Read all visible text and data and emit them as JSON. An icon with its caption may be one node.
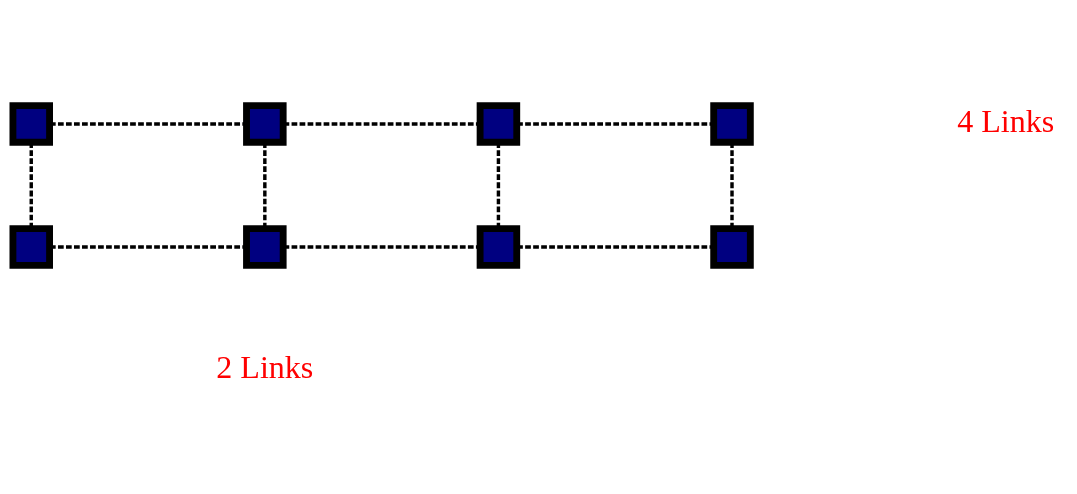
{
  "diagram": {
    "nodes": [
      {
        "text": [],
        "shape": "box"
      },
      {
        "text": [],
        "shape": "box"
      },
      {
        "text": [],
        "shape": "box"
      },
      {
        "text": [],
        "shape": "box"
      },
      {
        "text": [],
        "shape": "box"
      },
      {
        "text": [],
        "shape": "box"
      },
      {
        "text": [],
        "shape": "box"
      },
      {
        "text": [],
        "shape": "box"
      }
    ],
    "edges": [
      {
        "from": 0,
        "to": 1,
        "arrow": "none",
        "style": "dashed"
      },
      {
        "from": 1,
        "to": 2,
        "arrow": "none",
        "style": "dashed"
      },
      {
        "from": 2,
        "to": 3,
        "arrow": "none",
        "style": "dashed"
      },
      {
        "from": 0,
        "to": 4,
        "arrow": "none",
        "style": "dashed"
      },
      {
        "from": 1,
        "to": 5,
        "arrow": "none",
        "style": "dashed"
      },
      {
        "from": 2,
        "to": 6,
        "arrow": "none",
        "style": "dashed"
      },
      {
        "from": 3,
        "to": 7,
        "arrow": "none",
        "style": "dashed"
      },
      {
        "from": 4,
        "to": 5,
        "arrow": "none",
        "style": "dashed"
      },
      {
        "from": 5,
        "to": 6,
        "arrow": "none",
        "style": "dashed"
      },
      {
        "from": 6,
        "to": 7,
        "arrow": "none",
        "style": "dashed"
      }
    ],
    "labels": [
      "4 Links",
      "2 Links"
    ]
  }
}
